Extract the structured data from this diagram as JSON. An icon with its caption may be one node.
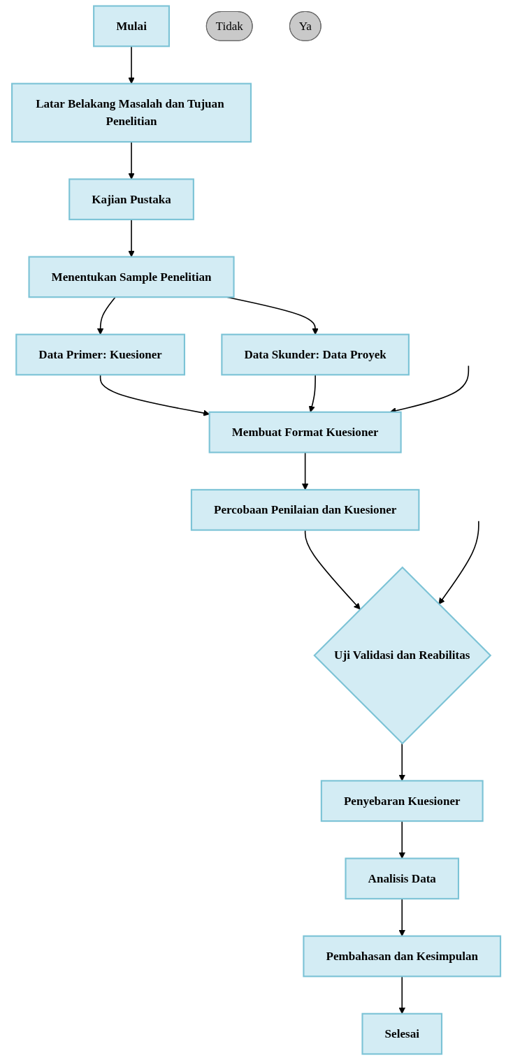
{
  "diagram": {
    "nodes": [
      {
        "text": [
          "Mulai"
        ]
      },
      {
        "text": [
          "Latar Belakang Masalah dan Tujuan Penelitian"
        ]
      },
      {
        "text": [
          "Kajian Pustaka"
        ]
      },
      {
        "text": [
          "Menentukan Sample Penelitian"
        ]
      },
      {
        "text": [
          "Data Primer: Kuesioner"
        ]
      },
      {
        "text": [
          "Data Skunder: Data Proyek"
        ]
      },
      {
        "text": [
          "Membuat Format Kuesioner"
        ]
      },
      {
        "text": [
          "Percobaan Penilaian dan Kuesioner"
        ]
      },
      {
        "text": [
          "Uji Validasi dan Reabilitas"
        ]
      },
      {
        "text": [
          "Tidak"
        ]
      },
      {
        "text": [
          "Ya"
        ]
      },
      {
        "text": [
          "Penyebaran Kuesioner"
        ]
      },
      {
        "text": [
          "Analisis Data"
        ]
      },
      {
        "text": [
          "Pembahasan dan Kesimpulan"
        ]
      },
      {
        "text": [
          "Selesai"
        ]
      }
    ],
    "edges": [
      {
        "from": 0,
        "to": 1,
        "arrow": "to"
      },
      {
        "from": 1,
        "to": 2,
        "arrow": "to"
      },
      {
        "from": 2,
        "to": 3,
        "arrow": "to"
      },
      {
        "from": 3,
        "to": 4,
        "arrow": "to"
      },
      {
        "from": 3,
        "to": 5,
        "arrow": "to"
      },
      {
        "from": 4,
        "to": 6,
        "arrow": "to"
      },
      {
        "from": 5,
        "to": 6,
        "arrow": "to"
      },
      {
        "from": null,
        "to": 6,
        "arrow": "to"
      },
      {
        "from": 6,
        "to": 7,
        "arrow": "to"
      },
      {
        "from": 7,
        "to": 8,
        "arrow": "to"
      },
      {
        "from": null,
        "to": 8,
        "arrow": "to"
      },
      {
        "from": 8,
        "to": 11,
        "arrow": "to"
      },
      {
        "from": 11,
        "to": 12,
        "arrow": "to"
      },
      {
        "from": 12,
        "to": 13,
        "arrow": "to"
      },
      {
        "from": 13,
        "to": 14,
        "arrow": "to"
      }
    ]
  }
}
